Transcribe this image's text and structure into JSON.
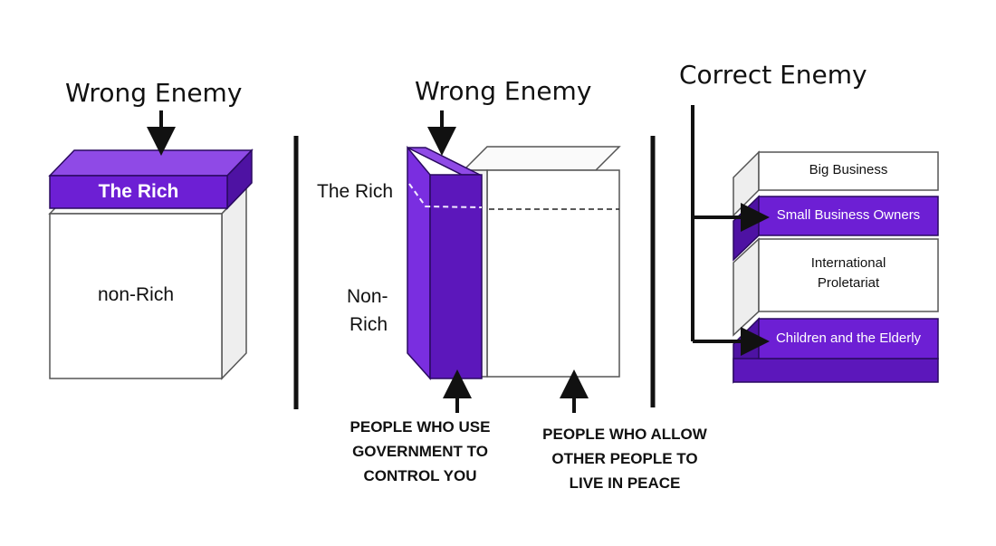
{
  "colors": {
    "purple_front": "#6d1fd4",
    "purple_side": "#4e12a3",
    "purple_top": "#8f4ae6",
    "box_white": "#ffffff",
    "box_side": "#f0f0f0",
    "outline": "#555555",
    "ink": "#111111"
  },
  "panel_left": {
    "heading": "Wrong Enemy",
    "top_block_label": "The Rich",
    "bottom_block_label": "non-Rich"
  },
  "panel_middle": {
    "heading": "Wrong Enemy",
    "label_rich": "The Rich",
    "label_non_rich_line1": "Non-",
    "label_non_rich_line2": "Rich",
    "caption_left": {
      "line1": "PEOPLE WHO USE",
      "line2": "GOVERNMENT TO",
      "line3": "CONTROL YOU"
    },
    "caption_right": {
      "line1": "PEOPLE WHO ALLOW",
      "line2": "OTHER PEOPLE TO",
      "line3": "LIVE IN PEACE"
    }
  },
  "panel_right": {
    "heading": "Correct Enemy",
    "layers": [
      "Big Business",
      "Small Business Owners",
      "International Proletariat",
      "Children and the Elderly"
    ],
    "proletariat_line1": "International",
    "proletariat_line2": "Proletariat"
  },
  "icons": {
    "arrow": "arrow-down-icon",
    "pointer": "arrow-right-icon"
  }
}
